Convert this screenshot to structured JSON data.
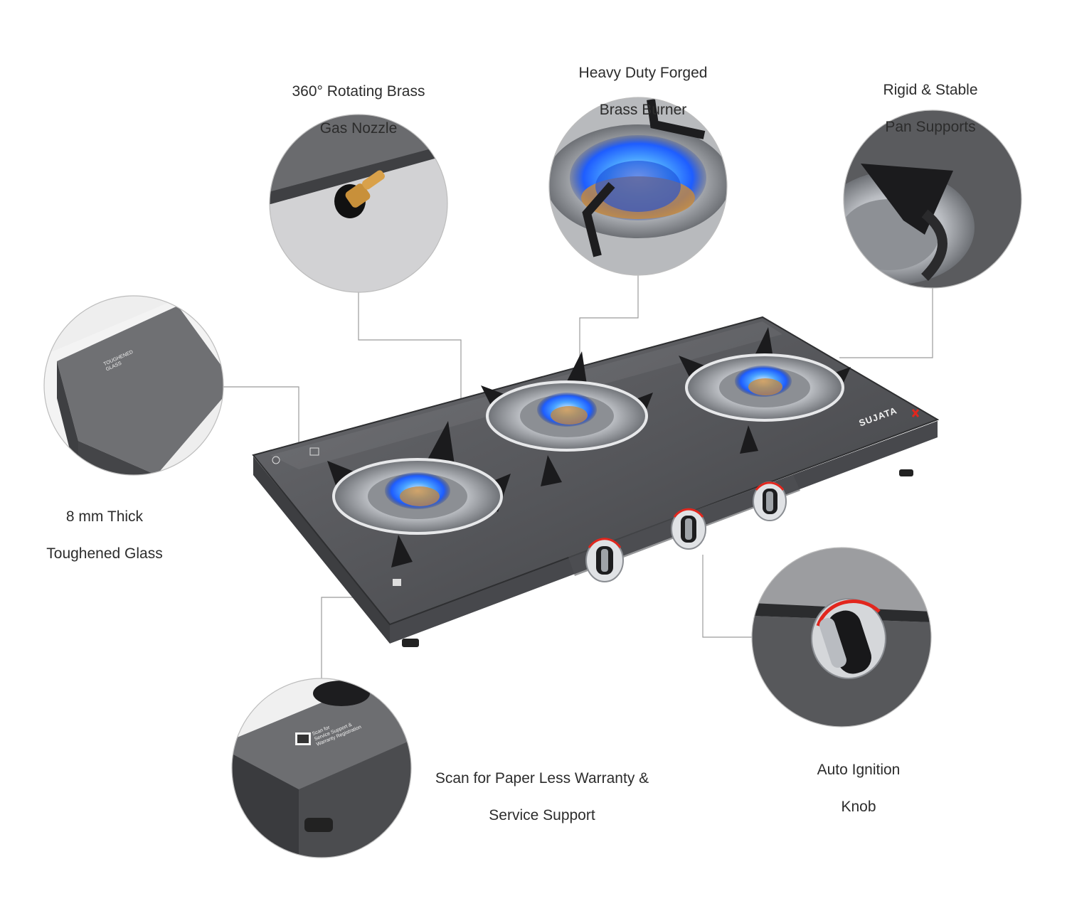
{
  "brand": {
    "name": "SUJATA",
    "mark_color": "#e2261d"
  },
  "features": [
    {
      "id": "nozzle",
      "line1": "360° Rotating Brass",
      "line2": "Gas Nozzle"
    },
    {
      "id": "burner",
      "line1": "Heavy Duty Forged",
      "line2": "Brass Burner"
    },
    {
      "id": "pan",
      "line1": "Rigid & Stable",
      "line2": "Pan Supports"
    },
    {
      "id": "glass",
      "line1": "8 mm Thick",
      "line2": "Toughened Glass"
    },
    {
      "id": "knob",
      "line1": "Auto Ignition",
      "line2": "Knob"
    },
    {
      "id": "scan",
      "line1": "Scan for Paper Less Warranty &",
      "line2": "Service Support"
    }
  ],
  "glass_badge": {
    "title1": "TOUGHENED",
    "title2": "GLASS"
  },
  "qr_label": {
    "line1": "Scan for",
    "line2": "Service Support &",
    "line3": "Warranty Registration"
  },
  "colors": {
    "flame": "#1e6cff",
    "glass_top": "#5a5b5e",
    "body": "#4a4b4e",
    "steel": "#c9ccd0",
    "brass": "#c98a3a",
    "connector": "#9b9b9b"
  }
}
